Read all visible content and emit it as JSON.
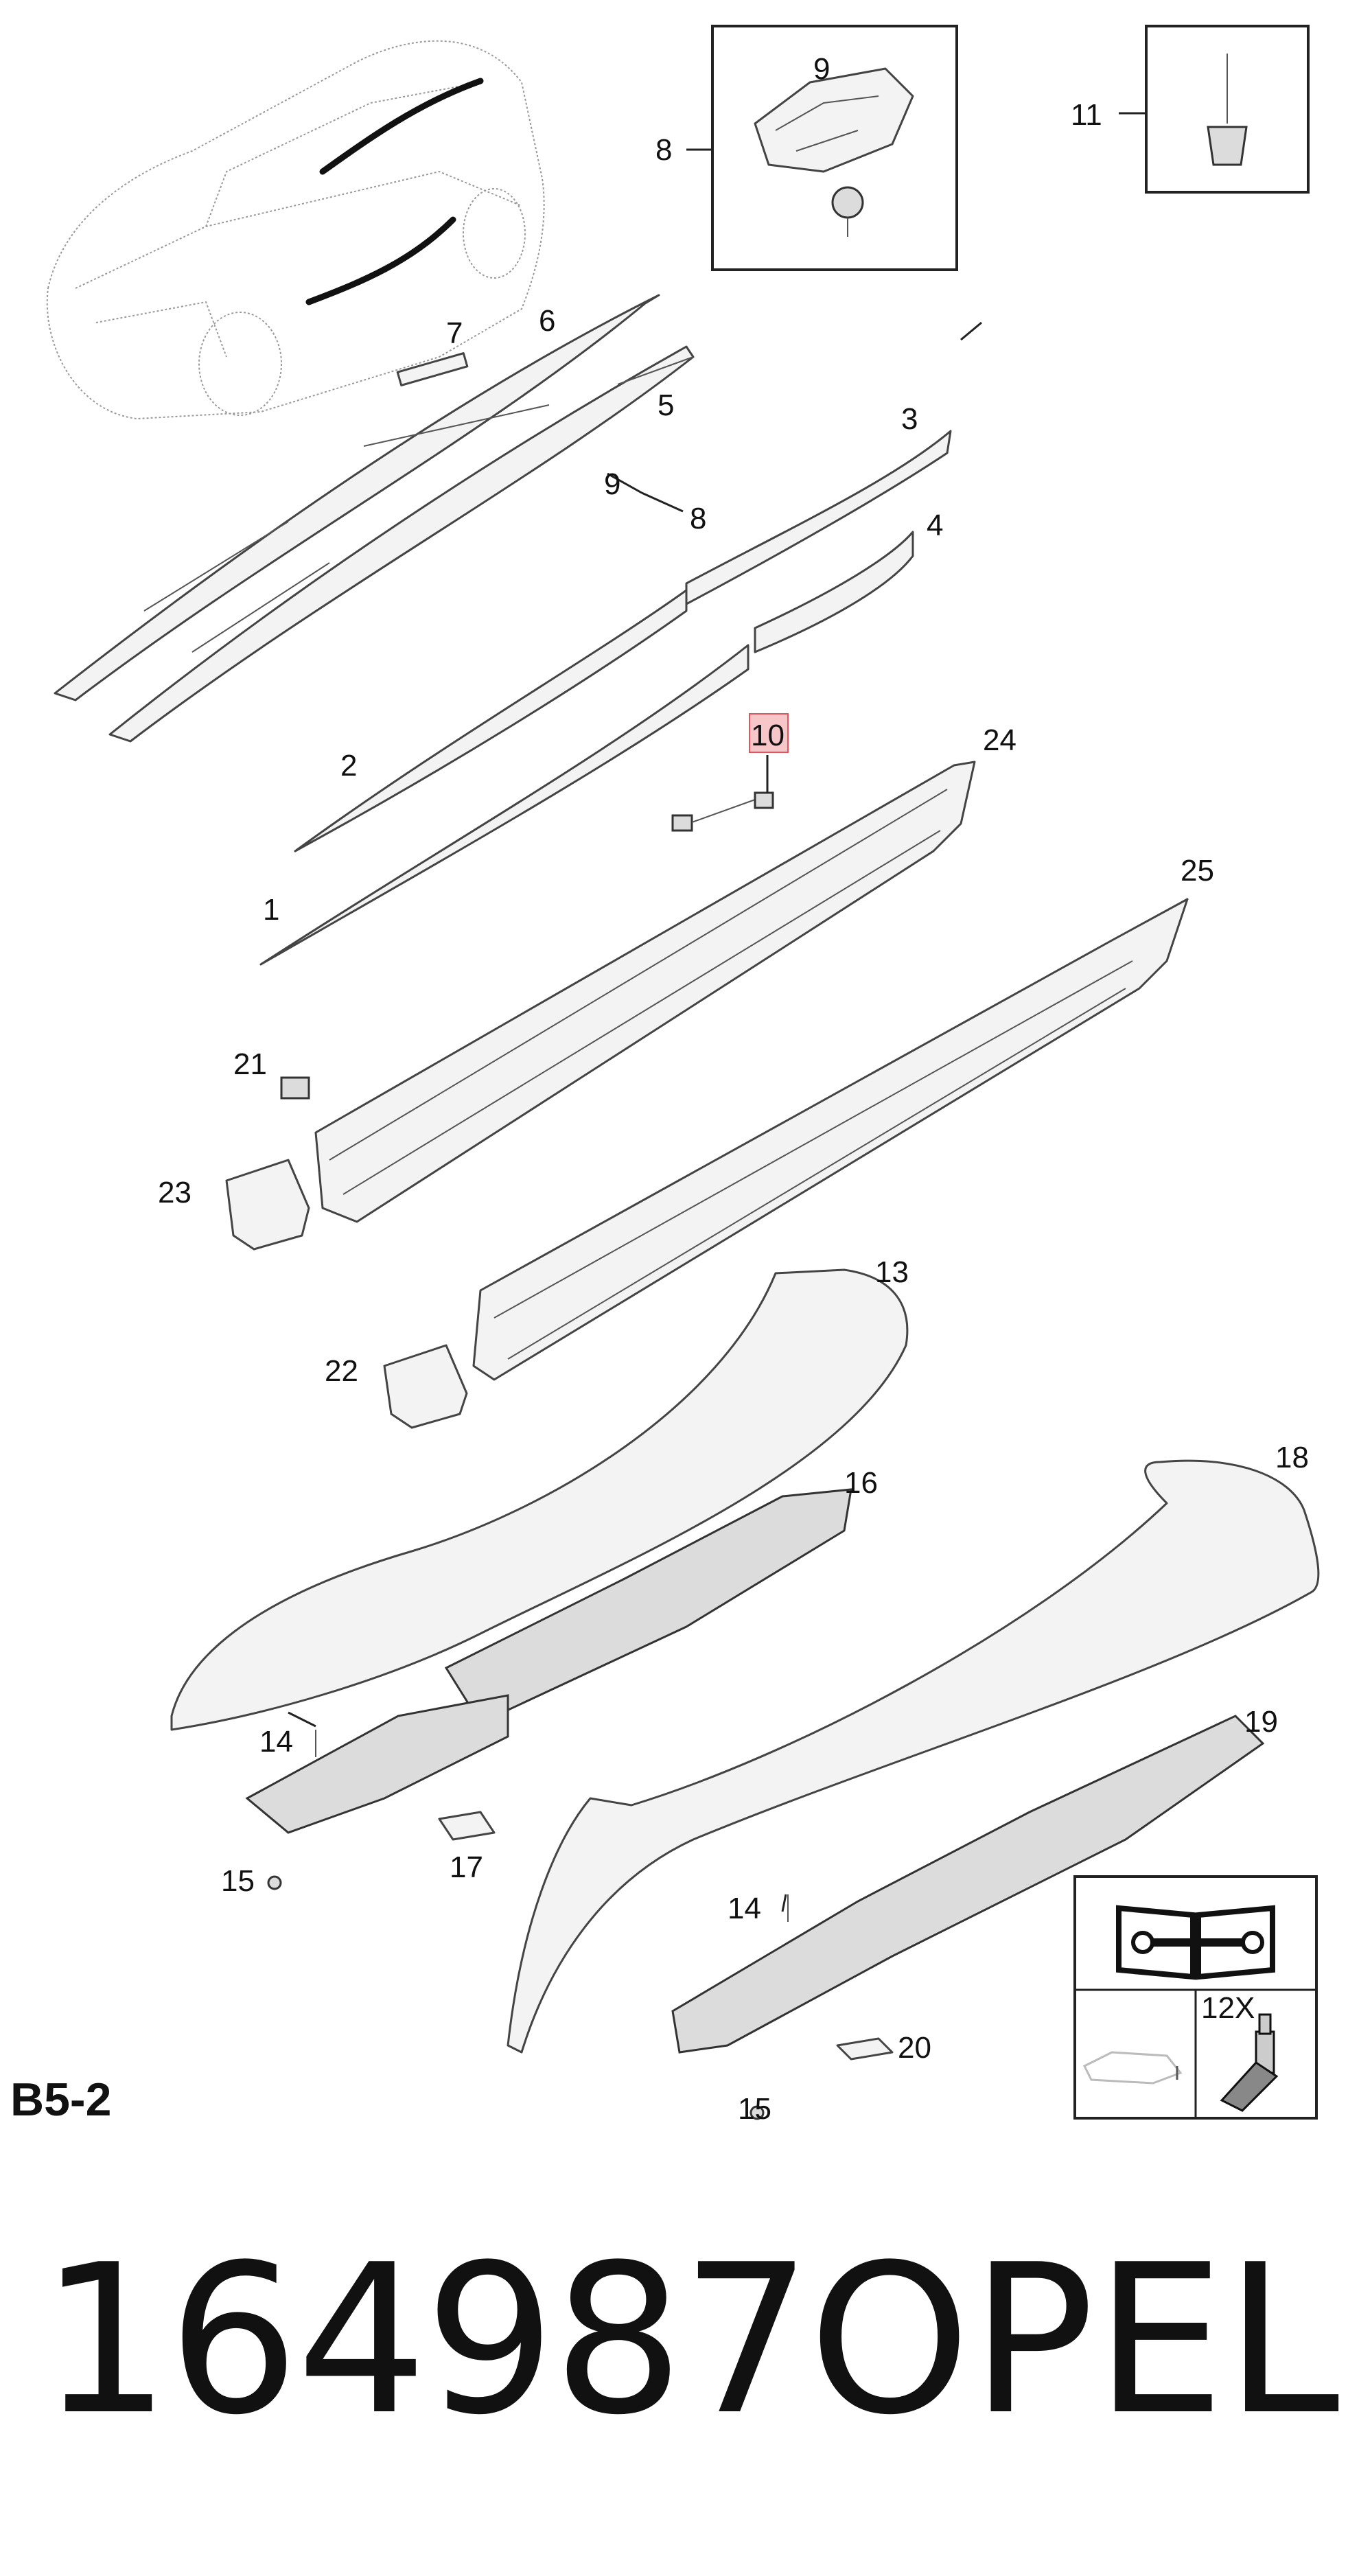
{
  "diagram": {
    "page_code": "B5-2",
    "part_number": "164987",
    "brand": "OPEL",
    "highlighted_callout": "10",
    "highlight_color": "#f6c6c9",
    "highlight_border_color": "#e0565f",
    "callouts": [
      {
        "id": "c1",
        "label": "1"
      },
      {
        "id": "c2",
        "label": "2"
      },
      {
        "id": "c3",
        "label": "3"
      },
      {
        "id": "c4",
        "label": "4"
      },
      {
        "id": "c5",
        "label": "5"
      },
      {
        "id": "c6",
        "label": "6"
      },
      {
        "id": "c7",
        "label": "7"
      },
      {
        "id": "c8a",
        "label": "8"
      },
      {
        "id": "c8b",
        "label": "8"
      },
      {
        "id": "c9a",
        "label": "9"
      },
      {
        "id": "c9b",
        "label": "9"
      },
      {
        "id": "c10",
        "label": "10"
      },
      {
        "id": "c11",
        "label": "11"
      },
      {
        "id": "c13",
        "label": "13"
      },
      {
        "id": "c14a",
        "label": "14"
      },
      {
        "id": "c14b",
        "label": "14"
      },
      {
        "id": "c15a",
        "label": "15"
      },
      {
        "id": "c15b",
        "label": "15"
      },
      {
        "id": "c16",
        "label": "16"
      },
      {
        "id": "c17",
        "label": "17"
      },
      {
        "id": "c18",
        "label": "18"
      },
      {
        "id": "c19",
        "label": "19"
      },
      {
        "id": "c20",
        "label": "20"
      },
      {
        "id": "c21",
        "label": "21"
      },
      {
        "id": "c22",
        "label": "22"
      },
      {
        "id": "c23",
        "label": "23"
      },
      {
        "id": "c24",
        "label": "24"
      },
      {
        "id": "c25",
        "label": "25"
      }
    ],
    "legend": {
      "quantity_label": "12X",
      "icons": [
        "repair-manual-icon",
        "adhesive-tube-icon",
        "vehicle-sketch-icon"
      ]
    }
  }
}
